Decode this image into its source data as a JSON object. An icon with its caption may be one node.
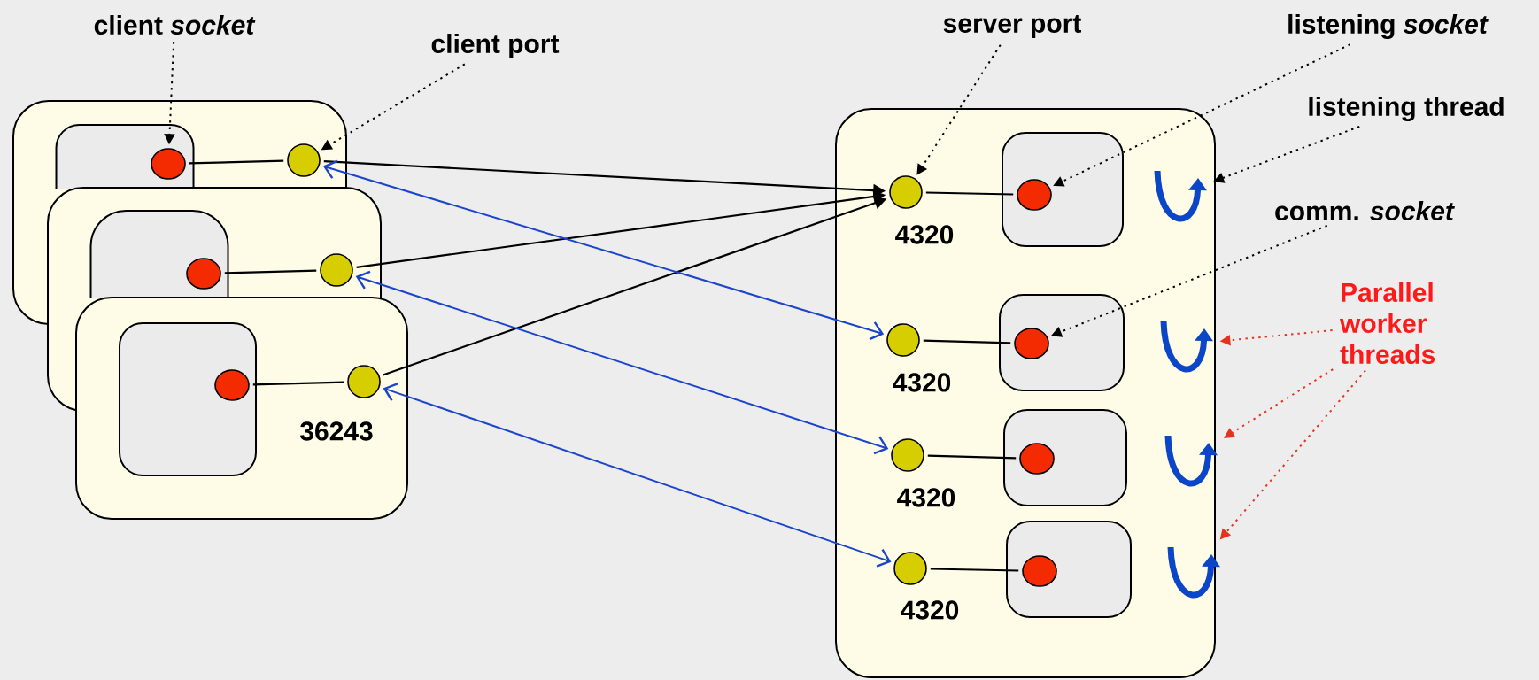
{
  "diagram": {
    "nodes": [
      {
        "text": [
          "client *socket*"
        ]
      },
      {
        "text": [
          "client port"
        ]
      },
      {
        "text": [
          "server port"
        ]
      },
      {
        "text": [
          "listening *socket*"
        ]
      },
      {
        "text": [
          "listening thread"
        ]
      },
      {
        "text": [
          "comm. *socket*"
        ]
      },
      {
        "text": [
          "Parallel worker threads"
        ]
      },
      {
        "text": [],
        "shape": "box"
      },
      {
        "text": [],
        "shape": "box",
        "in": 7
      },
      {
        "text": [],
        "shape": "circle",
        "in": 8
      },
      {
        "text": [],
        "shape": "circle",
        "in": 7
      },
      {
        "text": [],
        "shape": "box"
      },
      {
        "text": [],
        "shape": "box"
      },
      {
        "text": [],
        "shape": "circle",
        "in": 12
      },
      {
        "text": [],
        "shape": "circle",
        "in": 11
      },
      {
        "text": [],
        "shape": "box"
      },
      {
        "text": [],
        "shape": "box",
        "in": 15
      },
      {
        "text": [],
        "shape": "circle"
      },
      {
        "text": [],
        "shape": "circle",
        "beside": [
          "36243"
        ]
      },
      {
        "text": [],
        "shape": "box"
      },
      {
        "text": [],
        "shape": "circle",
        "in": 19,
        "beside": [
          "4320"
        ]
      },
      {
        "text": [],
        "shape": "box",
        "in": 19
      },
      {
        "text": [],
        "shape": "circle",
        "in": 21
      },
      {
        "text": [],
        "shape": "arrow",
        "in": 19
      },
      {
        "text": [],
        "shape": "circle",
        "in": 19,
        "beside": [
          "4320"
        ]
      },
      {
        "text": [],
        "shape": "box",
        "in": 19
      },
      {
        "text": [],
        "shape": "circle",
        "in": 25
      },
      {
        "text": [],
        "shape": "arrow",
        "in": 19
      },
      {
        "text": [],
        "shape": "circle",
        "in": 19,
        "beside": [
          "4320"
        ]
      },
      {
        "text": [],
        "shape": "box",
        "in": 19
      },
      {
        "text": [],
        "shape": "circle",
        "in": 29
      },
      {
        "text": [],
        "shape": "arrow",
        "in": 19
      },
      {
        "text": [],
        "shape": "circle",
        "in": 19,
        "beside": [
          "4320"
        ]
      },
      {
        "text": [],
        "shape": "box",
        "in": 19
      },
      {
        "text": [],
        "shape": "circle",
        "in": 33
      },
      {
        "text": [],
        "shape": "arrow",
        "in": 19
      }
    ],
    "edges": [
      {
        "from": 0,
        "to": 9,
        "arrow": "to",
        "style": "dashed"
      },
      {
        "from": 1,
        "to": 10,
        "arrow": "to",
        "style": "dashed"
      },
      {
        "from": 2,
        "to": 20,
        "arrow": "to",
        "style": "dashed"
      },
      {
        "from": 3,
        "to": 22,
        "arrow": "to",
        "style": "dashed"
      },
      {
        "from": 4,
        "to": 23,
        "arrow": "to",
        "style": "dashed"
      },
      {
        "from": 5,
        "to": 26,
        "arrow": "to",
        "style": "dashed"
      },
      {
        "from": 6,
        "to": 27,
        "arrow": "to",
        "style": "dashed",
        "color": "#e8321e"
      },
      {
        "from": 6,
        "to": 31,
        "arrow": "to",
        "style": "dashed",
        "color": "#e8321e"
      },
      {
        "from": 6,
        "to": 35,
        "arrow": "to",
        "style": "dashed",
        "color": "#e8321e"
      },
      {
        "from": 9,
        "to": 10,
        "arrow": "none"
      },
      {
        "from": 13,
        "to": 14,
        "arrow": "none"
      },
      {
        "from": 17,
        "to": 18,
        "arrow": "none"
      },
      {
        "from": 22,
        "to": 20,
        "arrow": "none"
      },
      {
        "from": 26,
        "to": 24,
        "arrow": "none"
      },
      {
        "from": 30,
        "to": 28,
        "arrow": "none"
      },
      {
        "from": 34,
        "to": 32,
        "arrow": "none"
      },
      {
        "from": 10,
        "to": 20,
        "arrow": "to"
      },
      {
        "from": 14,
        "to": 20,
        "arrow": "to"
      },
      {
        "from": 18,
        "to": 20,
        "arrow": "to"
      },
      {
        "from": 10,
        "to": 24,
        "arrow": "both",
        "color": "#1a44cc"
      },
      {
        "from": 14,
        "to": 28,
        "arrow": "both",
        "color": "#1a44cc"
      },
      {
        "from": 18,
        "to": 32,
        "arrow": "both",
        "color": "#1a44cc"
      }
    ]
  }
}
